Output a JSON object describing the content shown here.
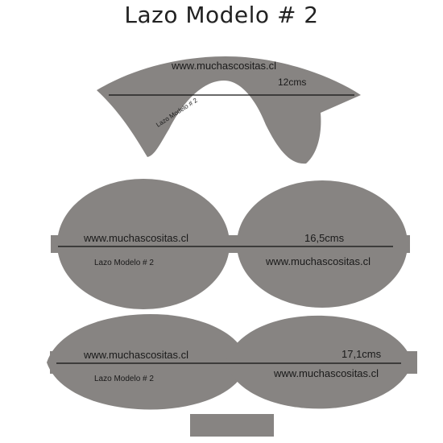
{
  "title": "Lazo Modelo #  2",
  "colors": {
    "piece": "#878482",
    "text": "#1a1a1a",
    "background": "#ffffff"
  },
  "pieces": {
    "top": {
      "website": "www.muchascositas.cl",
      "measure": "12cms",
      "model": "Lazo Modelo # 2"
    },
    "middle": {
      "website_left": "www.muchascositas.cl",
      "measure": "16,5cms",
      "model": "Lazo Modelo # 2",
      "website_right": "www.muchascositas.cl"
    },
    "bottom": {
      "website_left": "www.muchascositas.cl",
      "measure": "17,1cms",
      "model": "Lazo Modelo # 2",
      "website_right": "www.muchascositas.cl"
    }
  }
}
